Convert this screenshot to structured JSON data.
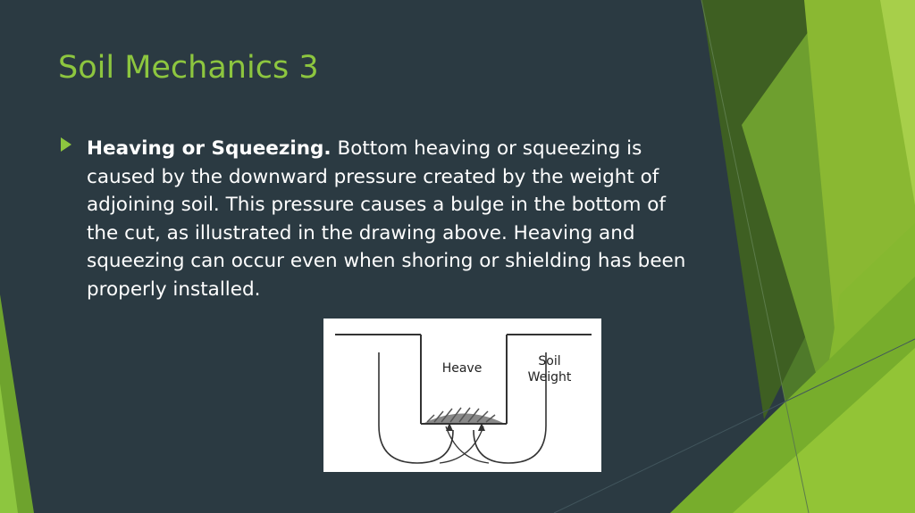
{
  "slide": {
    "title": "Soil Mechanics 3",
    "bullet": {
      "heading": "Heaving or Squeezing.",
      "text": " Bottom heaving or squeezing is caused by the downward pressure created by the weight of adjoining soil. This pressure causes a bulge in the bottom of the cut, as illustrated in the drawing above. Heaving and squeezing can occur even when shoring or shielding has been properly installed."
    },
    "figure": {
      "heave_label": "Heave",
      "soil_label_line1": "Soil",
      "soil_label_line2": "Weight"
    }
  },
  "colors": {
    "background": "#2b3a42",
    "accent_green": "#8dc63f",
    "text": "#ffffff"
  },
  "icons": {
    "bullet": "triangle-right-icon"
  }
}
